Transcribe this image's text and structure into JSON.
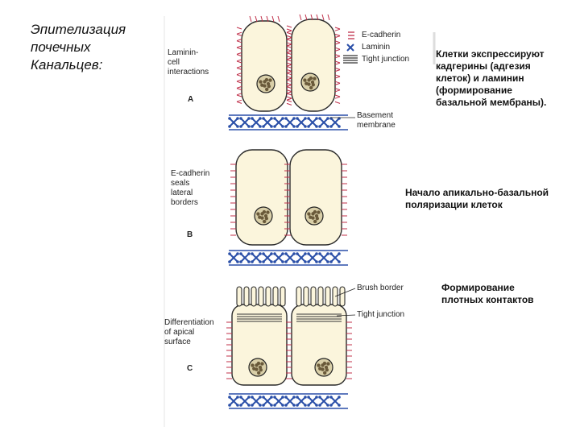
{
  "title": "Эпителизация\nпочечных\nКанальцев:",
  "notes": [
    "Клетки экспрессируют\nкадгерины (адгезия\nклеток) и ламинин\n(формирование\nбазальной мембраны).",
    "Начало апикально-базальной\nполяризации клеток",
    "Формирование\nплотных контактов"
  ],
  "panels": [
    {
      "letter": "A",
      "label": "Laminin-\ncell\ninteractions"
    },
    {
      "letter": "B",
      "label": "E-cadherin\nseals\nlateral\nborders"
    },
    {
      "letter": "C",
      "label": "Differentiation\nof apical\nsurface"
    }
  ],
  "legend": [
    "E-cadherin",
    "Laminin",
    "Tight junction"
  ],
  "annotations": {
    "basement_membrane": "Basement\nmembrane",
    "brush_border": "Brush border",
    "tight_junction": "Tight junction"
  },
  "colors": {
    "cell_fill": "#fbf5dc",
    "cell_outline": "#2a2a2a",
    "cadherin": "#c0304a",
    "laminin": "#2a4fa8",
    "nucleus": "#6a5a3a"
  }
}
